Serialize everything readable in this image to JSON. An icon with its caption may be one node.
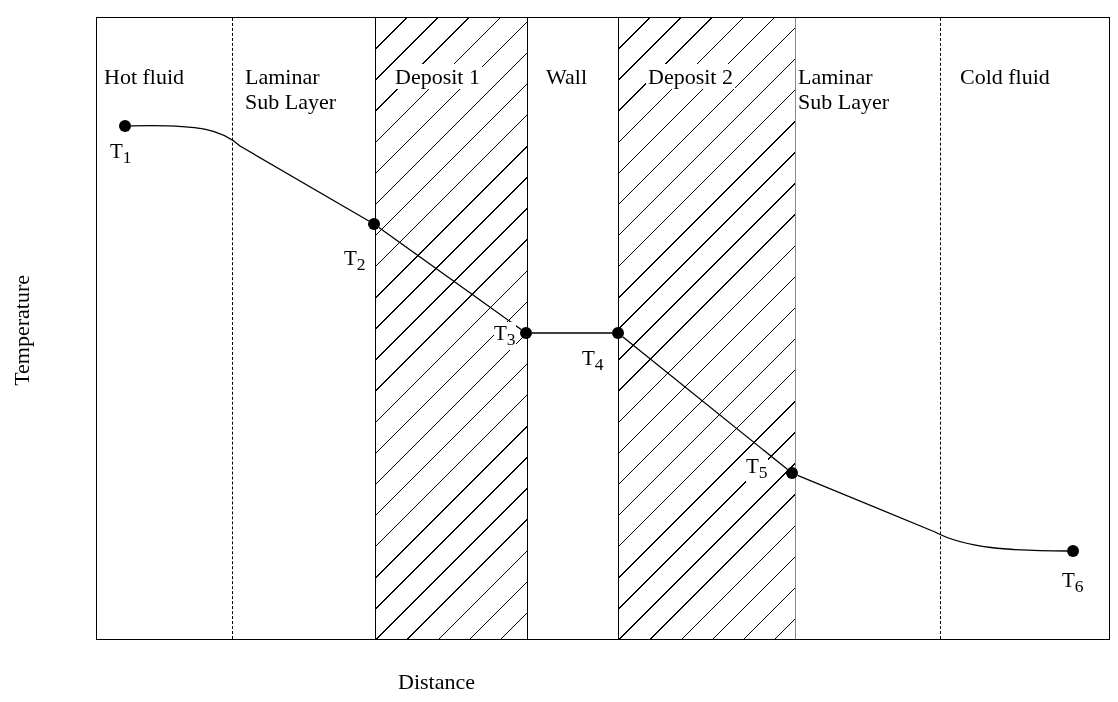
{
  "diagram": {
    "nodes": [
      {
        "text": [],
        "shape": "circle",
        "beside": [
          "T$_{1}$"
        ]
      },
      {
        "text": [],
        "shape": "circle",
        "beside": [
          "T$_{2}$"
        ]
      },
      {
        "text": [],
        "shape": "circle",
        "beside": [
          "T$_{3}$"
        ]
      },
      {
        "text": [],
        "shape": "circle",
        "beside": [
          "T$_{4}$"
        ]
      },
      {
        "text": [],
        "shape": "circle",
        "beside": [
          "T$_{5}$"
        ]
      },
      {
        "text": [],
        "shape": "circle",
        "beside": [
          "T$_{6}$"
        ]
      }
    ],
    "edges": [
      {
        "from": 0,
        "to": 1,
        "arrow": "none"
      },
      {
        "from": 1,
        "to": 2,
        "arrow": "none"
      },
      {
        "from": 2,
        "to": 3,
        "arrow": "none"
      },
      {
        "from": 3,
        "to": 4,
        "arrow": "none"
      },
      {
        "from": 4,
        "to": 5,
        "arrow": "none"
      }
    ],
    "labels": [
      "Hot fluid",
      "Laminar Sub Layer",
      "Deposit 1",
      "Wall",
      "Deposit 2",
      "Laminar Sub Layer",
      "Cold fluid",
      "Temperature",
      "Distance"
    ]
  }
}
